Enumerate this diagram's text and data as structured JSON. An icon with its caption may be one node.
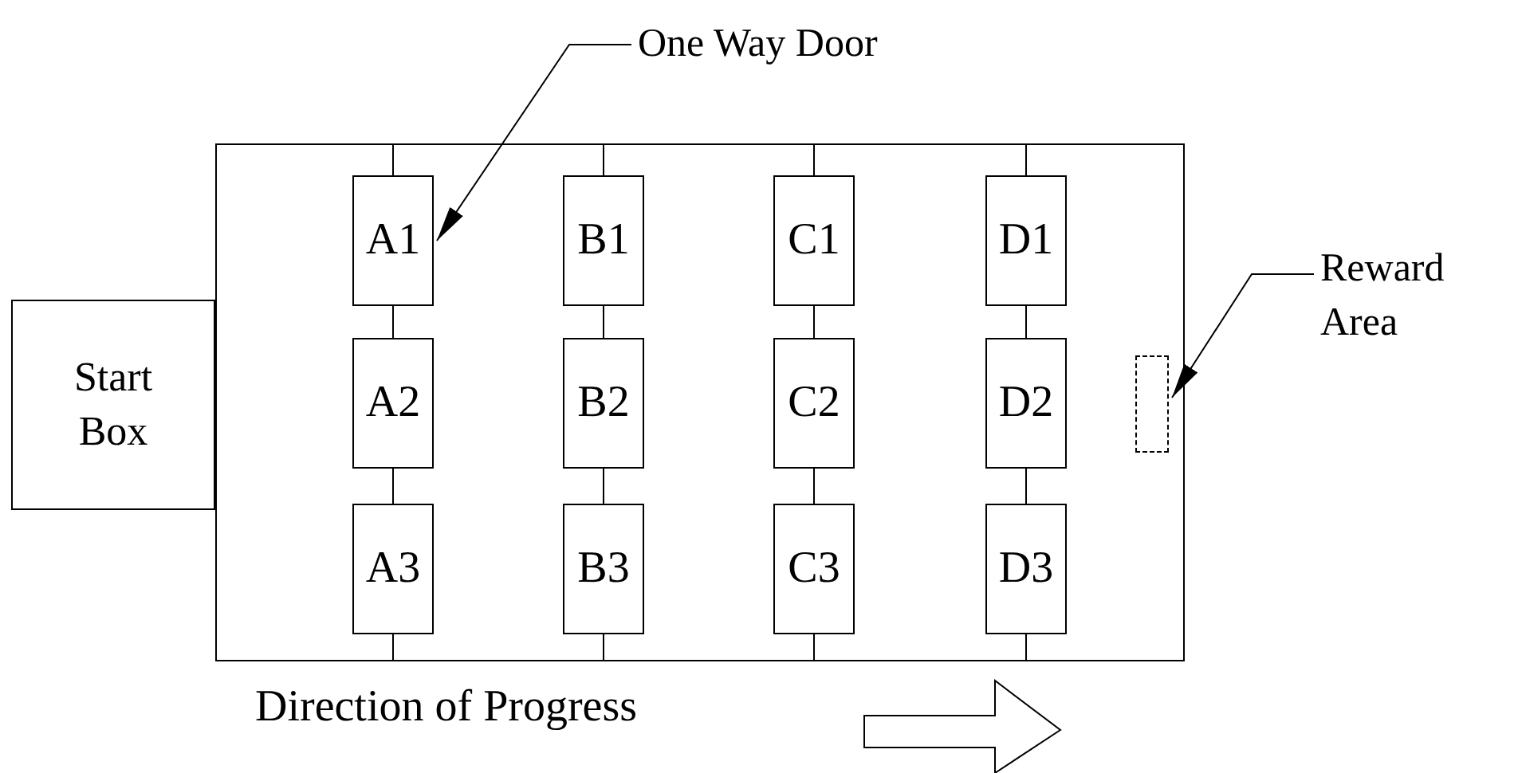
{
  "diagram": {
    "nodes": [
      {
        "text": [
          "Start Box"
        ]
      },
      {
        "text": [],
        "shape": "box"
      },
      {
        "text": [
          "A1"
        ],
        "in": 1
      },
      {
        "text": [
          "A2"
        ],
        "in": 1
      },
      {
        "text": [
          "A3"
        ],
        "in": 1
      },
      {
        "text": [
          "B1"
        ],
        "in": 1
      },
      {
        "text": [
          "B2"
        ],
        "in": 1
      },
      {
        "text": [
          "B3"
        ],
        "in": 1
      },
      {
        "text": [
          "C1"
        ],
        "in": 1
      },
      {
        "text": [
          "C2"
        ],
        "in": 1
      },
      {
        "text": [
          "C3"
        ],
        "in": 1
      },
      {
        "text": [
          "D1"
        ],
        "in": 1
      },
      {
        "text": [
          "D2"
        ],
        "in": 1
      },
      {
        "text": [
          "D3"
        ],
        "in": 1
      },
      {
        "text": [
          "One Way Door"
        ]
      },
      {
        "text": [
          "Reward Area"
        ]
      },
      {
        "text": [],
        "shape": "box",
        "in": 1
      }
    ],
    "edges": [
      {
        "from": 14,
        "to": 2,
        "arrow": "to"
      },
      {
        "from": 15,
        "to": 16,
        "arrow": "to"
      },
      {
        "from": 1,
        "to": 2,
        "arrow": "none"
      },
      {
        "from": 2,
        "to": 3,
        "arrow": "none"
      },
      {
        "from": 3,
        "to": 4,
        "arrow": "none"
      },
      {
        "from": 4,
        "to": 1,
        "arrow": "none"
      },
      {
        "from": 1,
        "to": 5,
        "arrow": "none"
      },
      {
        "from": 5,
        "to": 6,
        "arrow": "none"
      },
      {
        "from": 6,
        "to": 7,
        "arrow": "none"
      },
      {
        "from": 7,
        "to": 1,
        "arrow": "none"
      },
      {
        "from": 1,
        "to": 8,
        "arrow": "none"
      },
      {
        "from": 8,
        "to": 9,
        "arrow": "none"
      },
      {
        "from": 9,
        "to": 10,
        "arrow": "none"
      },
      {
        "from": 10,
        "to": 1,
        "arrow": "none"
      },
      {
        "from": 1,
        "to": 11,
        "arrow": "none"
      },
      {
        "from": 11,
        "to": 12,
        "arrow": "none"
      },
      {
        "from": 12,
        "to": 13,
        "arrow": "none"
      },
      {
        "from": 13,
        "to": 1,
        "arrow": "none"
      }
    ],
    "labels": [
      "Direction of Progress"
    ]
  }
}
